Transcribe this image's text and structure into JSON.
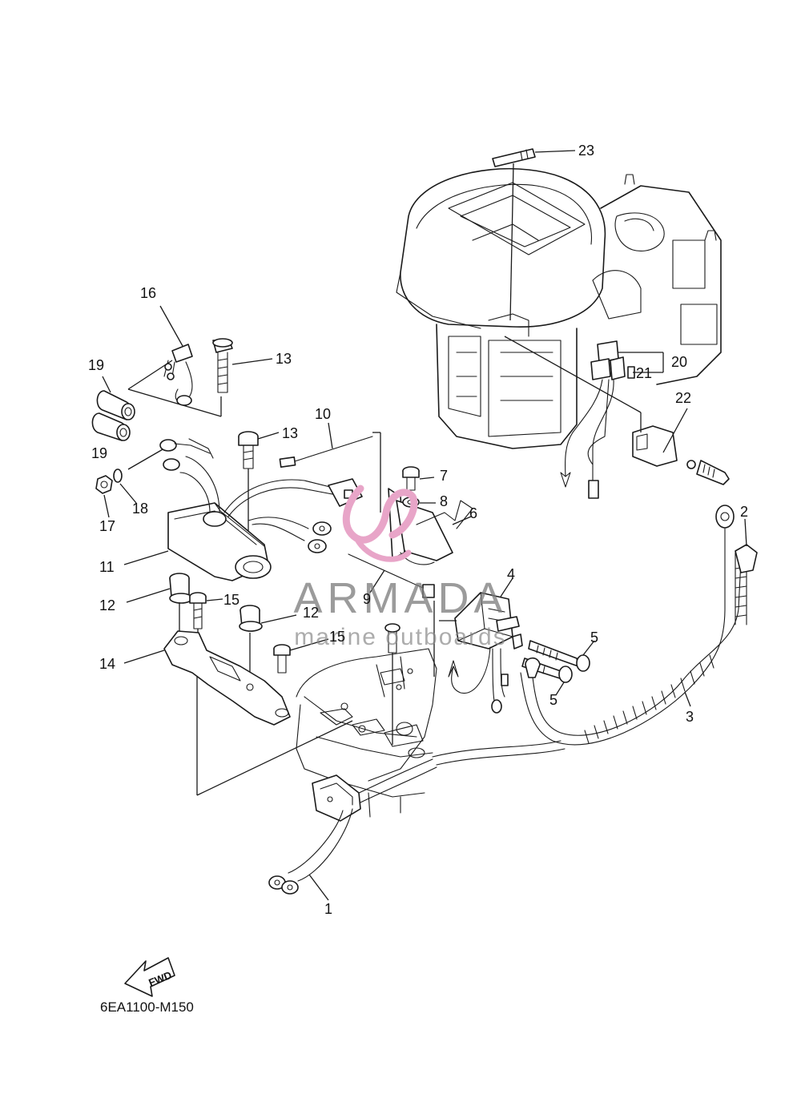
{
  "diagram": {
    "part_labels": [
      "1",
      "2",
      "3",
      "4",
      "5",
      "5",
      "6",
      "7",
      "8",
      "9",
      "10",
      "11",
      "12",
      "12",
      "13",
      "13",
      "14",
      "15",
      "15",
      "16",
      "17",
      "18",
      "19",
      "19",
      "20",
      "21",
      "22",
      "23"
    ],
    "drawing_code": "6EA1100-M150",
    "direction_marker": "FWD"
  },
  "watermark": {
    "brand": "ARMADA",
    "tagline": "marine outboards",
    "logo_color": "#e8a5c8"
  }
}
